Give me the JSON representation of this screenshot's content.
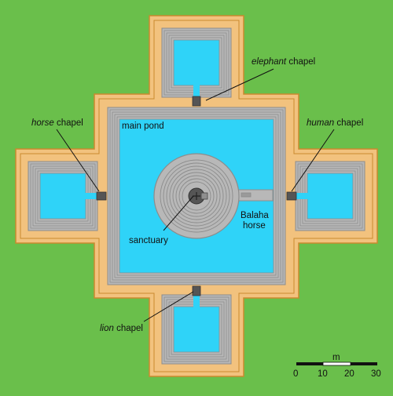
{
  "colors": {
    "grass": "#6abf4b",
    "terrace": "#f2c27e",
    "terrace_edge": "#c98a2e",
    "stone": "#b8b8b8",
    "stone_line": "#8c8c8c",
    "water": "#2fd3f8",
    "dark": "#555555"
  },
  "labels": {
    "elephant_italic": "elephant",
    "elephant_rest": " chapel",
    "horse_italic": "horse",
    "horse_rest": " chapel",
    "human_italic": "human",
    "human_rest": " chapel",
    "lion_italic": "lion",
    "lion_rest": " chapel",
    "main_pond": "main pond",
    "balaha_line1": "Balaha",
    "balaha_line2": "horse",
    "sanctuary": "sanctuary"
  },
  "scale": {
    "unit": "m",
    "ticks": [
      "0",
      "10",
      "20",
      "30"
    ]
  }
}
